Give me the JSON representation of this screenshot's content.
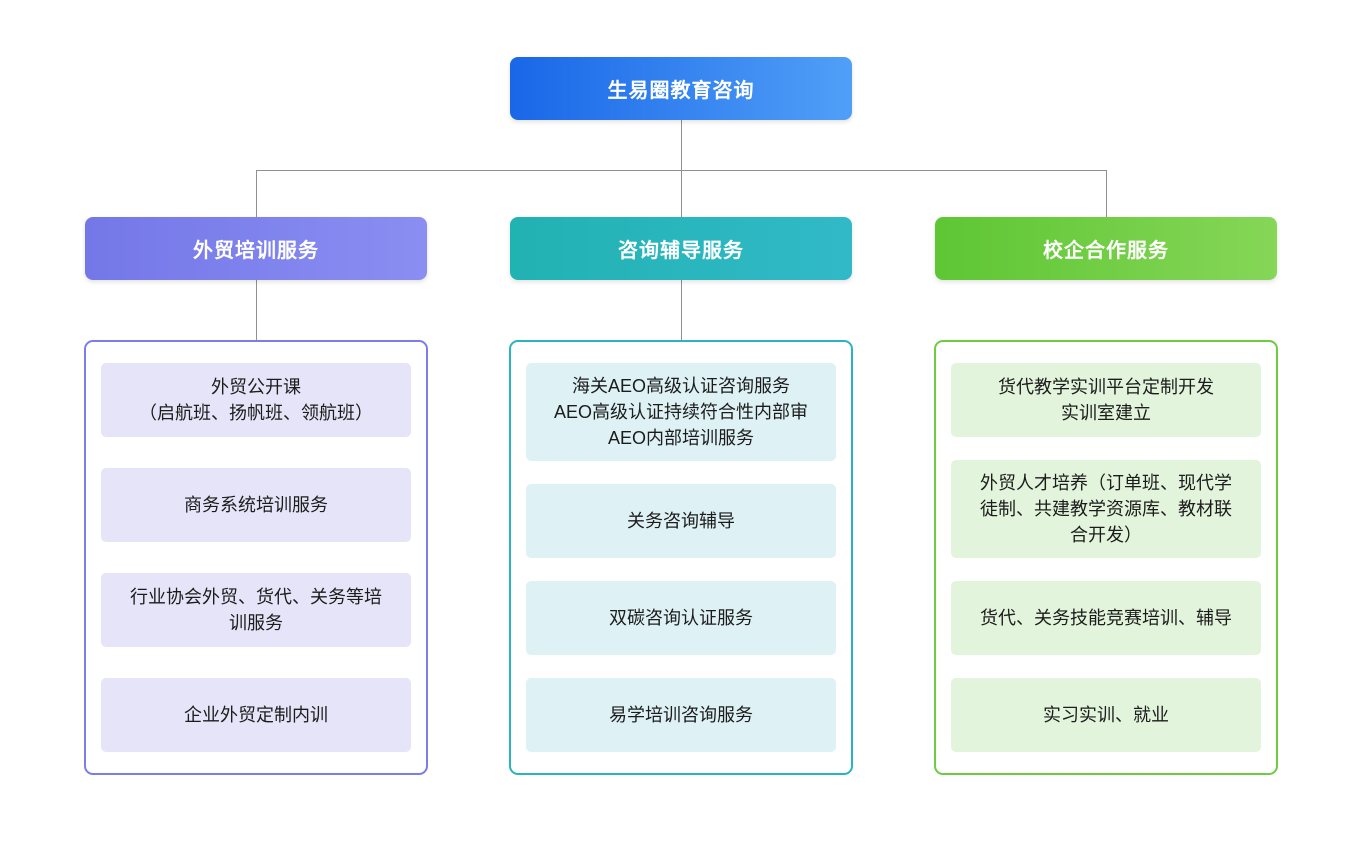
{
  "root": {
    "label": "生易圈教育咨询",
    "gradient": [
      "#1a67e8",
      "#509ff7"
    ]
  },
  "connector_color": "#909090",
  "branches": [
    {
      "label": "外贸培训服务",
      "header_gradient": [
        "#7477e7",
        "#8a8ef2"
      ],
      "panel_border": "#7b7eea",
      "item_bg": "#e6e4f8",
      "items": [
        [
          "外贸公开课",
          "（启航班、扬帆班、领航班）"
        ],
        "商务系统培训服务",
        [
          "行业协会外贸、货代、关务等培",
          "训服务"
        ],
        "企业外贸定制内训"
      ]
    },
    {
      "label": "咨询辅导服务",
      "header_gradient": [
        "#21b2b2",
        "#31b9c8"
      ],
      "panel_border": "#2ab4bf",
      "item_bg": "#def1f4",
      "items": [
        [
          "海关AEO高级认证咨询服务",
          "AEO高级认证持续符合性内部审",
          "AEO内部培训服务"
        ],
        "关务咨询辅导",
        "双碳咨询认证服务",
        "易学培训咨询服务"
      ]
    },
    {
      "label": "校企合作服务",
      "header_gradient": [
        "#5ec634",
        "#86d657"
      ],
      "panel_border": "#6fcb41",
      "item_bg": "#e3f4dc",
      "items": [
        [
          "货代教学实训平台定制开发",
          "实训室建立"
        ],
        [
          "外贸人才培养（订单班、现代学",
          "徒制、共建教学资源库、教材联",
          "合开发）"
        ],
        "货代、关务技能竞赛培训、辅导",
        "实习实训、就业"
      ]
    }
  ]
}
